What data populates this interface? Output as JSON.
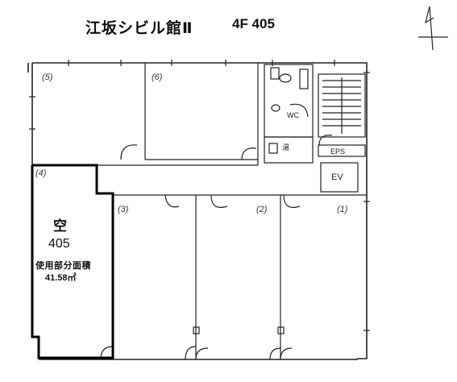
{
  "building": {
    "name": "江坂シビル館Ⅱ",
    "floor_unit": "4F 405"
  },
  "rooms": [
    {
      "label": "(5)"
    },
    {
      "label": "(6)"
    },
    {
      "label": "(4)"
    },
    {
      "label": "(3)"
    },
    {
      "label": "(2)"
    },
    {
      "label": "(1)"
    }
  ],
  "vacant_unit": {
    "status": "空",
    "unit_number": "405",
    "area_label": "使用部分面積",
    "area_value": "41.58㎡"
  },
  "facilities": {
    "wc": "WC",
    "hot_water": "湯",
    "eps": "EPS",
    "elevator": "EV"
  }
}
